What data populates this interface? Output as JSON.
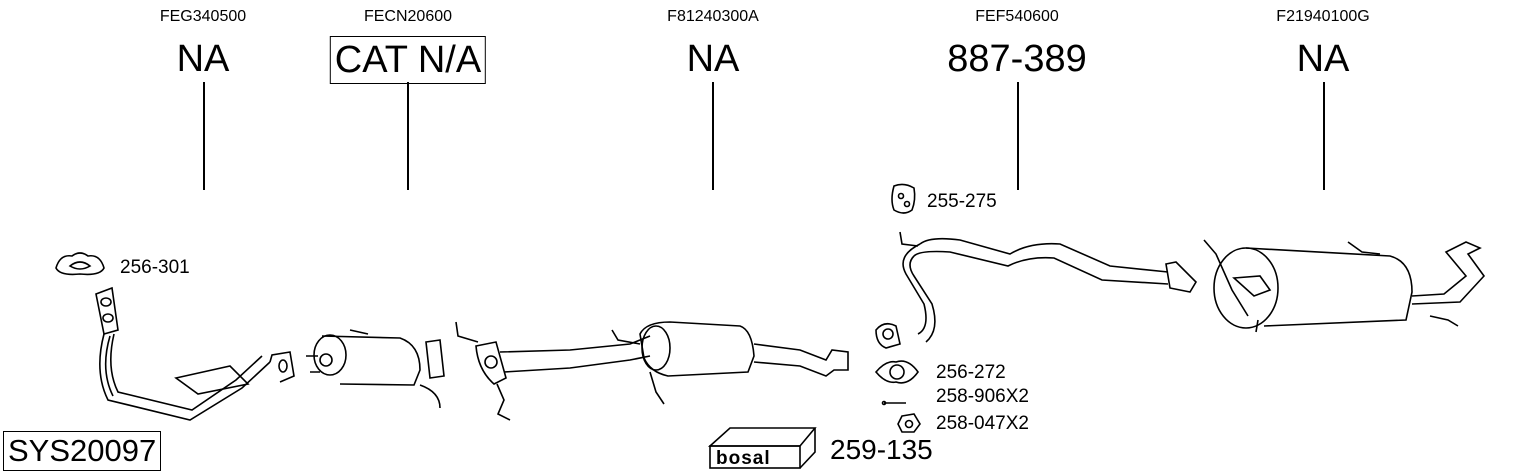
{
  "system_id": "SYS20097",
  "brand": "bosal",
  "kit_number": "259-135",
  "sections": [
    {
      "oe_code": "FEG340500",
      "part": "NA"
    },
    {
      "oe_code": "FECN20600",
      "part": "CAT N/A"
    },
    {
      "oe_code": "F81240300A",
      "part": "NA"
    },
    {
      "oe_code": "FEF540600",
      "part": "887-389"
    },
    {
      "oe_code": "F21940100G",
      "part": "NA"
    }
  ],
  "accessories": [
    {
      "part": "256-301",
      "icon": "gasket-3-hole-icon"
    },
    {
      "part": "255-275",
      "icon": "rubber-hanger-icon"
    },
    {
      "part": "256-272",
      "icon": "gasket-2-hole-icon"
    },
    {
      "part": "258-906X2",
      "icon": "bolt-icon"
    },
    {
      "part": "258-047X2",
      "icon": "nut-icon"
    }
  ]
}
